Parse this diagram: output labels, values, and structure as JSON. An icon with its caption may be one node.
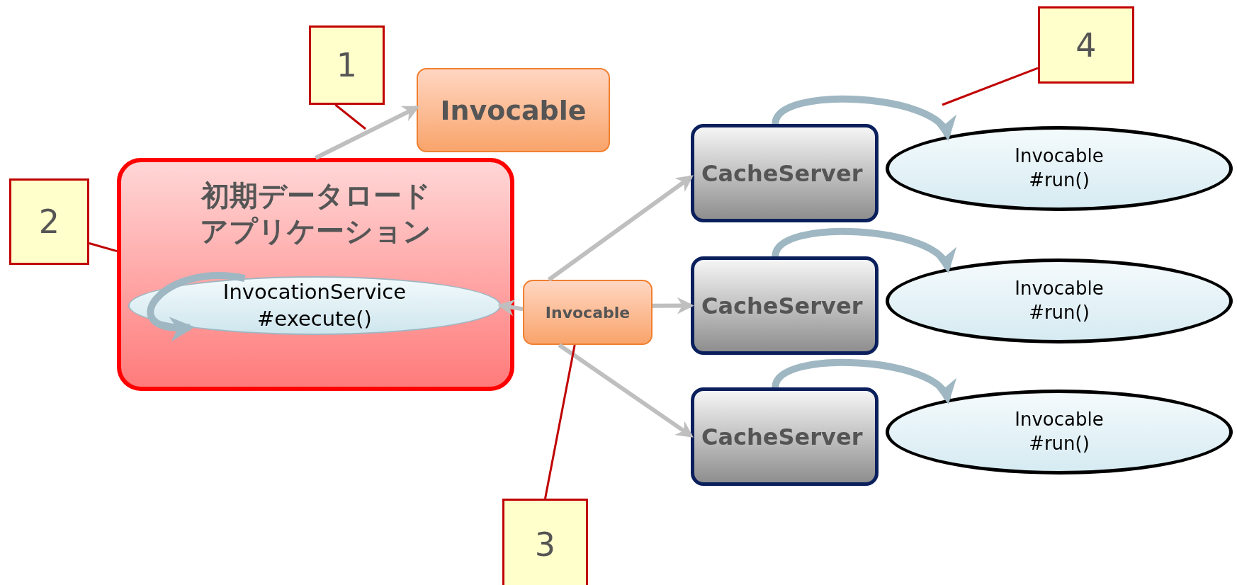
{
  "diagram": {
    "nodes": [
      {
        "text": [
          "1"
        ]
      },
      {
        "text": [
          "Invocable"
        ]
      },
      {
        "text": [
          "初期データロードアプリケーション"
        ]
      },
      {
        "text": [
          "InvocationService #execute()"
        ],
        "in": 2
      },
      {
        "text": [
          "2"
        ]
      },
      {
        "text": [
          "Invocable"
        ]
      },
      {
        "text": [
          "3"
        ]
      },
      {
        "text": [
          "4"
        ]
      },
      {
        "text": [
          "CacheServer"
        ]
      },
      {
        "text": [
          "Invocable #run()"
        ]
      },
      {
        "text": [
          "CacheServer"
        ]
      },
      {
        "text": [
          "Invocable #run()"
        ]
      },
      {
        "text": [
          "CacheServer"
        ]
      },
      {
        "text": [
          "Invocable #run()"
        ]
      }
    ],
    "edges": [
      {
        "from": 2,
        "to": 1,
        "arrow": "to"
      },
      {
        "from": 0,
        "to": null,
        "arrow": "none",
        "color": "#c00000"
      },
      {
        "from": 4,
        "to": 2,
        "arrow": "none",
        "color": "#c00000"
      },
      {
        "from": 3,
        "to": 3,
        "arrow": "to"
      },
      {
        "from": 5,
        "to": 3,
        "arrow": "to"
      },
      {
        "from": 5,
        "to": 8,
        "arrow": "to"
      },
      {
        "from": 5,
        "to": 10,
        "arrow": "to"
      },
      {
        "from": 5,
        "to": 12,
        "arrow": "to"
      },
      {
        "from": 6,
        "to": 5,
        "arrow": "none",
        "color": "#c00000"
      },
      {
        "from": 7,
        "to": null,
        "arrow": "none",
        "color": "#c00000"
      },
      {
        "from": 8,
        "to": 9,
        "arrow": "to"
      },
      {
        "from": 10,
        "to": 11,
        "arrow": "to"
      },
      {
        "from": 12,
        "to": 13,
        "arrow": "to"
      }
    ]
  }
}
